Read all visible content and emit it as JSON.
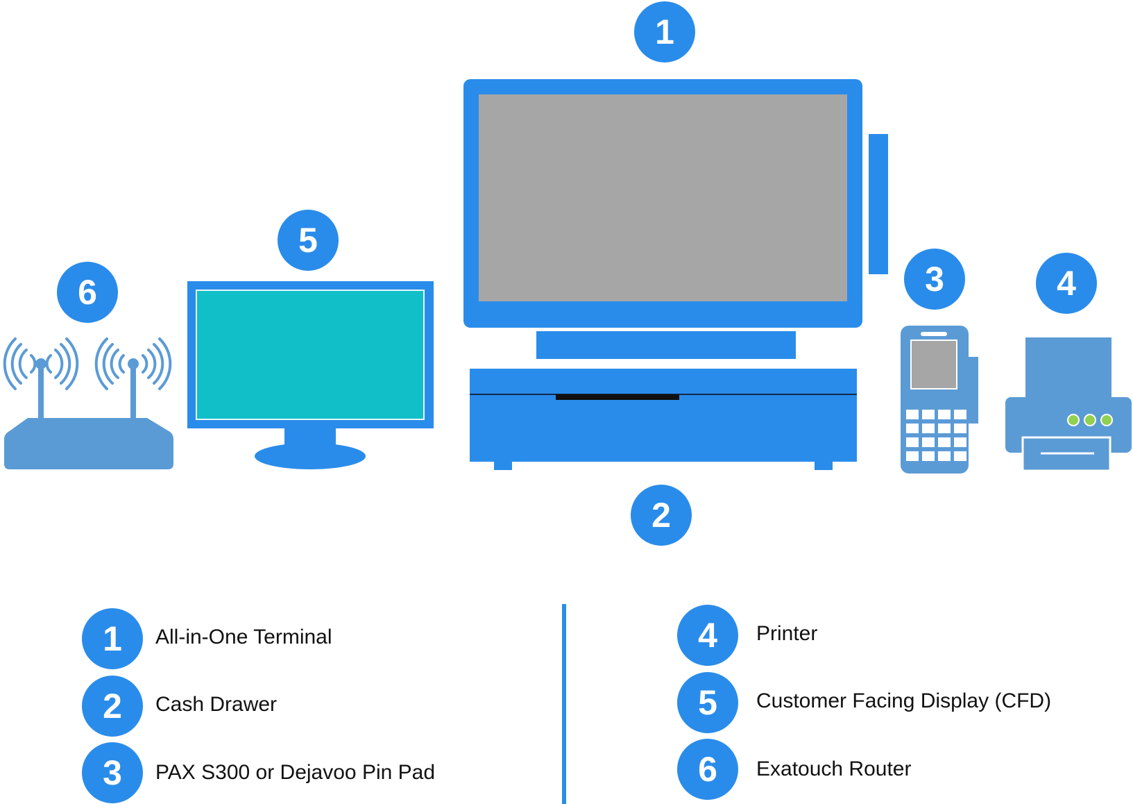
{
  "colors": {
    "primary_blue": "#2a8cea",
    "router_blue": "#5b9bd5",
    "terminal_screen": "#a6a6a6",
    "cfd_screen": "#11bfc9",
    "pinpad_screen": "#a6a6a6",
    "printer_light": "#92d050"
  },
  "diagram": {
    "badges": {
      "terminal": "1",
      "cash_drawer": "2",
      "pin_pad": "3",
      "printer": "4",
      "cfd": "5",
      "router": "6"
    },
    "devices": [
      {
        "id": "terminal",
        "icon": "all-in-one-terminal-icon"
      },
      {
        "id": "cash_drawer",
        "icon": "cash-drawer-icon"
      },
      {
        "id": "pin_pad",
        "icon": "pin-pad-icon"
      },
      {
        "id": "printer",
        "icon": "printer-icon"
      },
      {
        "id": "cfd",
        "icon": "monitor-icon"
      },
      {
        "id": "router",
        "icon": "wifi-router-icon"
      }
    ]
  },
  "legend": {
    "left": [
      {
        "number": "1",
        "label": "All-in-One Terminal"
      },
      {
        "number": "2",
        "label": "Cash Drawer"
      },
      {
        "number": "3",
        "label": "PAX S300 or Dejavoo Pin Pad"
      }
    ],
    "right": [
      {
        "number": "4",
        "label": "Printer"
      },
      {
        "number": "5",
        "label": "Customer Facing Display (CFD)"
      },
      {
        "number": "6",
        "label": "Exatouch Router"
      }
    ]
  }
}
